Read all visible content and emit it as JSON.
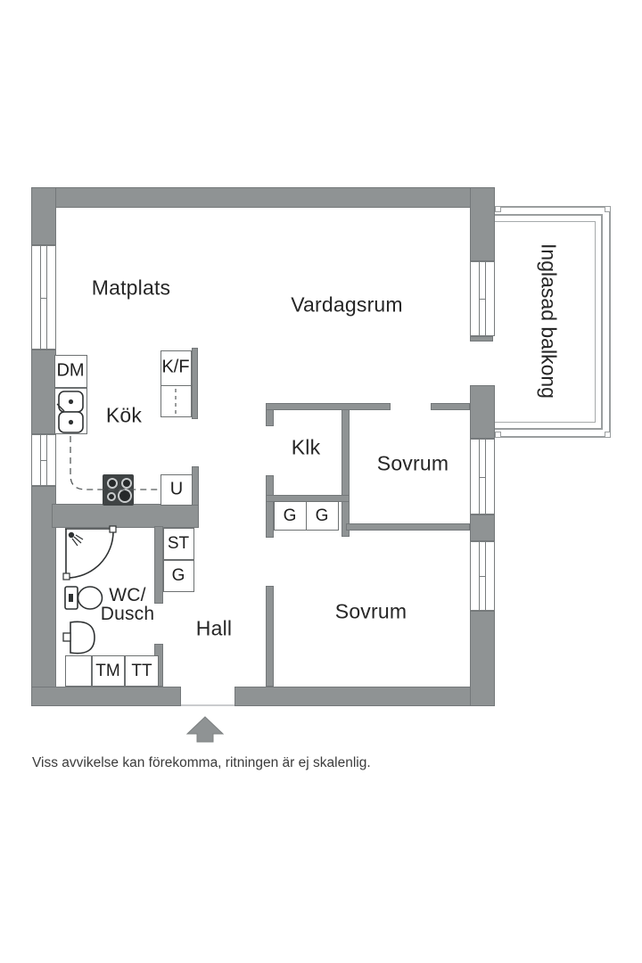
{
  "floorplan": {
    "rooms": {
      "matplats": "Matplats",
      "vardagsrum": "Vardagsrum",
      "kok": "Kök",
      "klk": "Klk",
      "sovrum1": "Sovrum",
      "sovrum2": "Sovrum",
      "hall": "Hall",
      "wc_line1": "WC/",
      "wc_line2": "Dusch",
      "balkong": "Inglasad balkong"
    },
    "fixtures": {
      "dm": "DM",
      "kf": "K/F",
      "u": "U",
      "g_closet_1": "G",
      "g_closet_2": "G",
      "st": "ST",
      "g_hall": "G",
      "tm": "TM",
      "tt": "TT"
    },
    "disclaimer": "Viss avvikelse kan förekomma, ritningen är ej skalenlig.",
    "colors": {
      "wall": "#8f9394",
      "fixture_dark": "#3f4344",
      "glazing": "#9a9e9f",
      "text": "#262626"
    }
  }
}
